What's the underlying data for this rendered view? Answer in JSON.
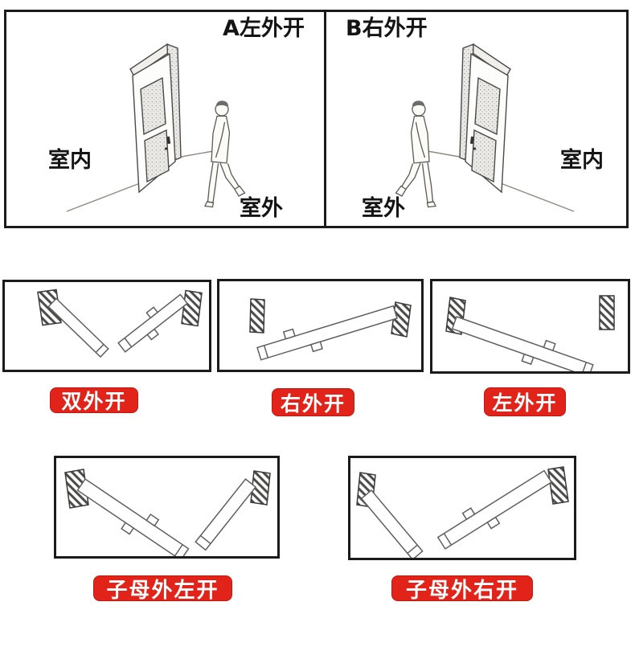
{
  "top_section": {
    "panel_a": {
      "title": "A左外开",
      "indoor_label": "室内",
      "outdoor_label": "室外"
    },
    "panel_b": {
      "title": "B右外开",
      "indoor_label": "室内",
      "outdoor_label": "室外"
    }
  },
  "middle_section": {
    "items": [
      {
        "label": "双外开"
      },
      {
        "label": "右外开"
      },
      {
        "label": "左外开"
      }
    ]
  },
  "bottom_section": {
    "items": [
      {
        "label": "子母外左开"
      },
      {
        "label": "子母外右开"
      }
    ]
  },
  "colors": {
    "label_red": "#e2231a",
    "box_border": "#1b1b1b",
    "line_art": "#4a4a4a"
  }
}
